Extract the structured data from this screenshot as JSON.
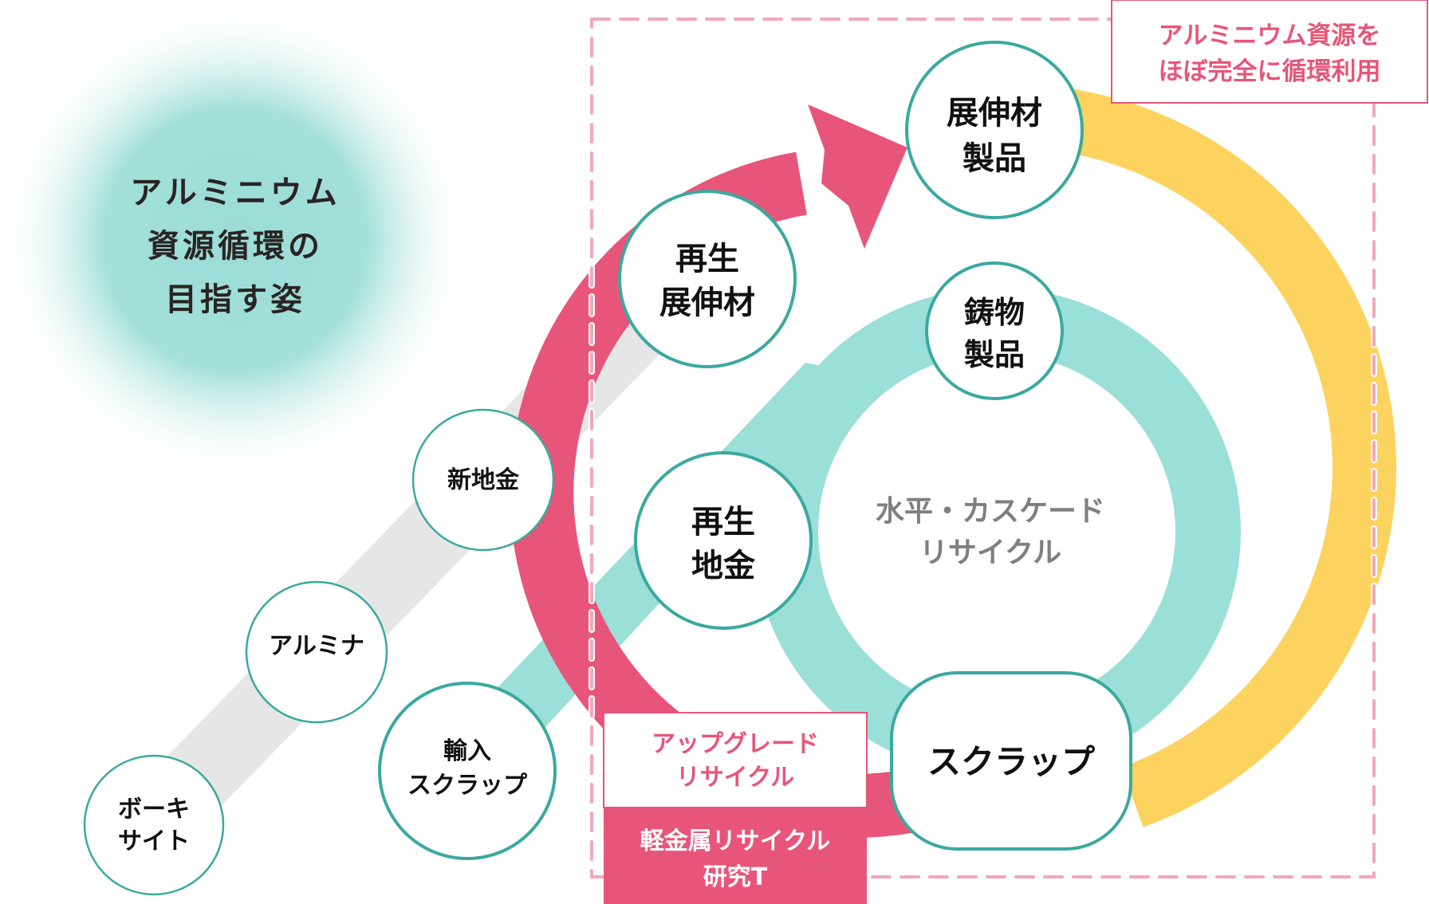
{
  "title": {
    "lines": [
      "アルミニウム",
      "資源循環の",
      "目指す姿"
    ]
  },
  "colors": {
    "teal_glow": "#9adcd6",
    "node_border": "#3aa9a0",
    "pink": "#e8557a",
    "pink_light": "#f2a7bb",
    "yellow": "#fcd35e",
    "teal_band": "#9adfd8",
    "gray_band": "#e6e6e6",
    "gray_text": "#7f7f7f"
  },
  "primary_chain": {
    "nodes": [
      {
        "id": "bauxite",
        "lines": [
          "ボーキ",
          "サイト"
        ]
      },
      {
        "id": "alumina",
        "lines": [
          "アルミナ"
        ]
      },
      {
        "id": "new-ingot",
        "lines": [
          "新地金"
        ]
      }
    ]
  },
  "import_scrap": {
    "lines": [
      "輸入",
      "スクラップ"
    ]
  },
  "cycle_nodes": {
    "recycled_wrought": {
      "lines": [
        "再生",
        "展伸材"
      ]
    },
    "wrought_products": {
      "lines": [
        "展伸材",
        "製品"
      ]
    },
    "casting_products": {
      "lines": [
        "鋳物",
        "製品"
      ]
    },
    "recycled_ingot": {
      "lines": [
        "再生",
        "地金"
      ]
    },
    "scrap": {
      "lines": [
        "スクラップ"
      ]
    }
  },
  "center_label": {
    "lines": [
      "水平・カスケード",
      "リサイクル"
    ]
  },
  "callout_top": {
    "lines": [
      "アルミニウム資源を",
      "ほぼ完全に循環利用"
    ]
  },
  "upgrade_box": {
    "label_lines": [
      "アップグレード",
      "リサイクル"
    ],
    "team_lines": [
      "軽金属リサイクル",
      "研究T"
    ]
  }
}
